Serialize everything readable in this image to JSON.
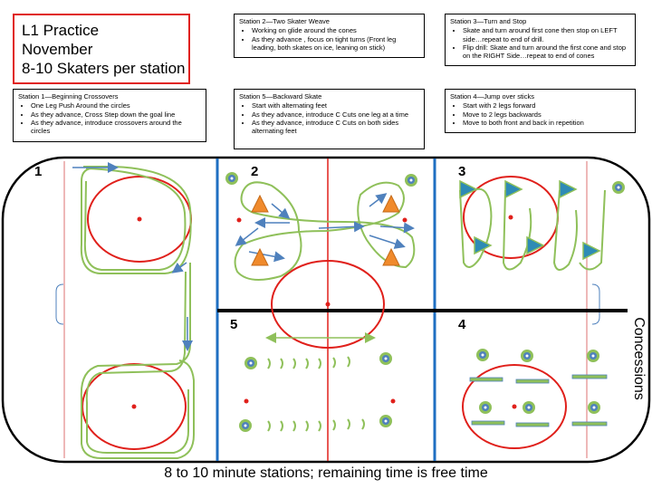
{
  "title": {
    "lines": [
      "L1 Practice",
      "November",
      "8-10 Skaters per station"
    ]
  },
  "station2": {
    "title": "Station 2—Two Skater Weave",
    "items": [
      "Working on glide around the cones",
      "As they advance , focus on tight turns (Front leg leading, both skates on ice, leaning on stick)"
    ]
  },
  "station3": {
    "title": "Station 3—Turn and Stop",
    "items": [
      "Skate and turn around first cone then stop on LEFT side…repeat to end of drill.",
      "Flip drill:  Skate and turn around the first cone and stop on the RIGHT Side…repeat to end of cones"
    ]
  },
  "station1": {
    "title": "Station 1—Beginning Crossovers",
    "items": [
      "One Leg Push Around the  circles",
      "As they advance, Cross Step down the goal line",
      "As they advance, introduce crossovers around the circles"
    ]
  },
  "station5": {
    "title": "Station 5—Backward Skate",
    "items": [
      "Start with alternating feet",
      "As they advance, introduce  C Cuts one leg at a time",
      "As they advance, introduce C Cuts on both sides alternating feet"
    ]
  },
  "station4": {
    "title": "Station 4—Jump over sticks",
    "items": [
      "Start with 2 legs forward",
      "Move to 2 legs backwards",
      "Move to both front and back in repetition"
    ]
  },
  "rink": {
    "station_numbers": [
      "1",
      "2",
      "3",
      "5",
      "4"
    ],
    "concessions_label": "Concessions",
    "colors": {
      "faceoff_circle": "#e0201b",
      "path": "#8fc05a",
      "arrow": "#4f81bd",
      "cone": "#f08a2c",
      "blue_line": "#1f6fc2",
      "divider": "#000000",
      "goal_line": "#e8a0a0"
    }
  },
  "footer": "8 to 10 minute stations; remaining time is free time"
}
